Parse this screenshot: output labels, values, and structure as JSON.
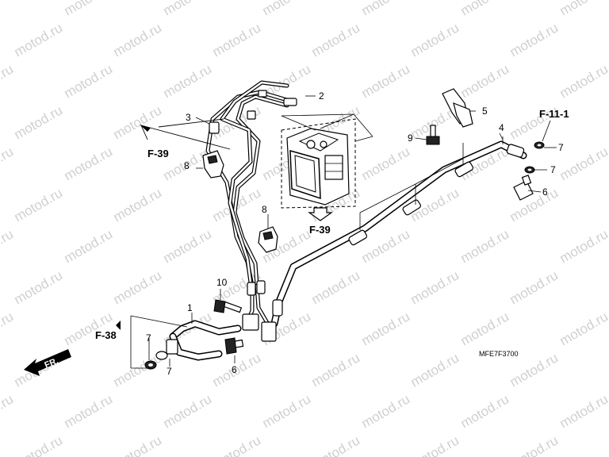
{
  "watermark": {
    "text": "motod.ru"
  },
  "callouts": {
    "c1": "1",
    "c2": "2",
    "c3": "3",
    "c4": "4",
    "c5": "5",
    "c6a": "6",
    "c6b": "6",
    "c7a": "7",
    "c7b": "7",
    "c7c": "7",
    "c7d": "7",
    "c8a": "8",
    "c8b": "8",
    "c9": "9",
    "c10": "10"
  },
  "references": {
    "f39_top": "F-39",
    "f39_mid": "F-39",
    "f38": "F-38",
    "f11": "F-11-1"
  },
  "direction": {
    "label": "FR."
  },
  "figure_code": "MFE7F3700",
  "icons": [
    "abs-modulator-icon",
    "clamp-icon",
    "bolt-icon",
    "washer-icon",
    "arrow-icon"
  ]
}
